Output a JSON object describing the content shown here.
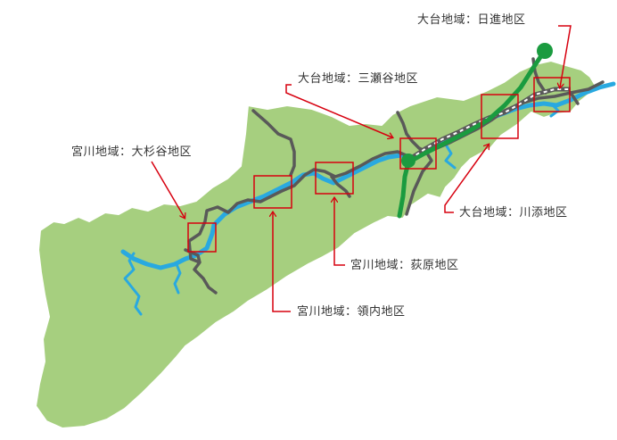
{
  "labels": {
    "hizure": "大台地域：日進地区",
    "miseya": "大台地域：三瀬谷地区",
    "osugidani": "宮川地域：大杉谷地区",
    "kawazoe": "大台地域：川添地区",
    "hagiwara": "宮川地域：荻原地区",
    "ryonai": "宮川地域：領内地区"
  },
  "colors": {
    "land": "#a6cf7f",
    "land_stroke": "#ffffff",
    "river": "#29a9e0",
    "road": "#595959",
    "railway": "#1a9b3f",
    "callout": "#d7000f"
  }
}
